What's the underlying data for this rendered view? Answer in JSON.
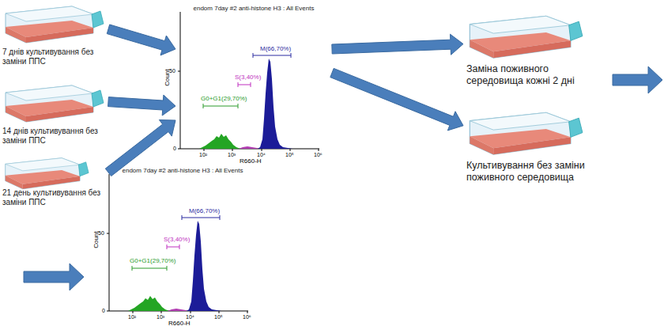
{
  "diagram": {
    "nodes": [
      {
        "text": [
          "7 днів культивування без заміни ППС"
        ]
      },
      {
        "text": [
          "14 днів культивування без заміни ППС"
        ]
      },
      {
        "text": [
          "21 день культивування без заміни ППС"
        ]
      },
      {
        "text": [
          "endom 7day #2 anti-histone H3 : All Events"
        ]
      },
      {
        "text": [
          "Заміна поживного середовища кожні 2 дні"
        ]
      },
      {
        "text": [
          "Культивування без заміни поживного середовища"
        ]
      },
      {
        "text": [
          "endom 7day #2 anti-histone H3 : All Events"
        ]
      }
    ],
    "edges": [
      {
        "from": 0,
        "to": 3,
        "arrow": "to"
      },
      {
        "from": 1,
        "to": 3,
        "arrow": "to"
      },
      {
        "from": 2,
        "to": 3,
        "arrow": "to"
      },
      {
        "from": 3,
        "to": 4,
        "arrow": "to"
      },
      {
        "from": 3,
        "to": 5,
        "arrow": "to"
      }
    ],
    "labels": [
      "M(66,70%)",
      "S(3,40%)",
      "G0+G1(29,70%)",
      "Count",
      "50",
      "0",
      "R660-H",
      "10²",
      "10³",
      "10⁴",
      "10⁵",
      "10⁶",
      "M(66,70%)",
      "S(3,40%)",
      "G0+G1(29,70%)",
      "Count",
      "50",
      "0",
      "R660-H",
      "10²",
      "10³",
      "10⁴",
      "10⁵",
      "10⁶"
    ]
  }
}
